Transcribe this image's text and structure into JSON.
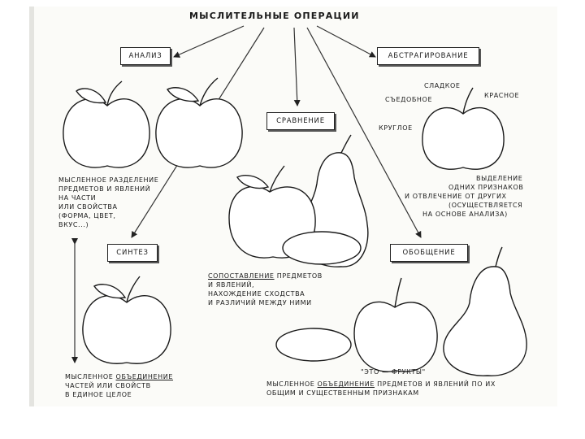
{
  "title": "МЫСЛИТЕЛЬНЫЕ ОПЕРАЦИИ",
  "boxes": {
    "analysis": "АНАЛИЗ",
    "abstraction": "АБСТРАГИРОВАНИЕ",
    "comparison": "СРАВНЕНИЕ",
    "synthesis": "СИНТЕЗ",
    "generalization": "ОБОБЩЕНИЕ"
  },
  "analysis_text": [
    "МЫСЛЕННОЕ РАЗДЕЛЕНИЕ",
    "ПРЕДМЕТОВ И ЯВЛЕНИЙ",
    "НА ЧАСТИ",
    "ИЛИ СВОЙСТВА",
    "(ФОРМА, ЦВЕТ,",
    "ВКУС...)"
  ],
  "abstraction_labels": {
    "sweet": "СЛАДКОЕ",
    "edible": "СЪЕДОБНОЕ",
    "red": "КРАСНОЕ",
    "round": "КРУГЛОЕ"
  },
  "abstraction_text": [
    "ВЫДЕЛЕНИЕ",
    "ОДНИХ ПРИЗНАКОВ",
    "И ОТВЛЕЧЕНИЕ ОТ ДРУГИХ",
    "(ОСУЩЕСТВЛЯЕТСЯ",
    "НА ОСНОВЕ АНАЛИЗА)"
  ],
  "comparison_text": {
    "line1_underlined": "СОПОСТАВЛЕНИЕ",
    "line1_rest": " ПРЕДМЕТОВ",
    "line2": "И ЯВЛЕНИЙ,",
    "line3": "НАХОЖДЕНИЕ СХОДСТВА",
    "line4": "И РАЗЛИЧИЙ МЕЖДУ НИМИ"
  },
  "synthesis_text": {
    "line1_prefix": "МЫСЛЕННОЕ ",
    "line1_underlined": "ОБЪЕДИНЕНИЕ",
    "line2": "ЧАСТЕЙ ИЛИ СВОЙСТВ",
    "line3": "В ЕДИНОЕ ЦЕЛОЕ"
  },
  "generalization_caption": "\"ЭТО — ФРУКТЫ\"",
  "generalization_text": {
    "line1_prefix": "МЫСЛЕННОЕ ",
    "line1_underlined": "ОБЪЕДИНЕНИЕ",
    "line1_rest": " ПРЕДМЕТОВ И ЯВЛЕНИЙ ПО ИХ",
    "line2": "ОБЩИМ И СУЩЕСТВЕННЫМ ПРИЗНАКАМ"
  }
}
